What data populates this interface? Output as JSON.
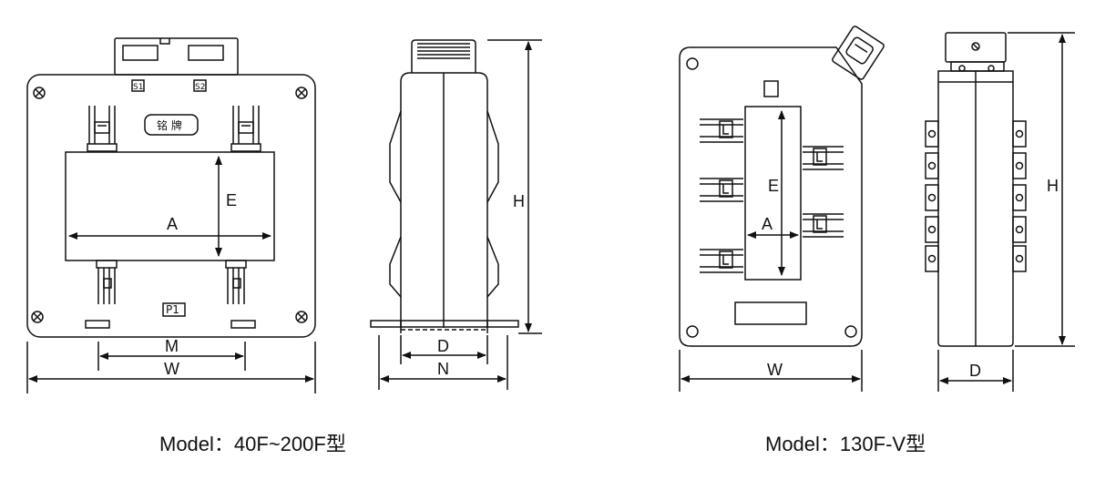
{
  "drawings": [
    {
      "caption": "Model：40F~200F型",
      "front_view": {
        "width_label": "W",
        "mount_label": "M",
        "window_width_label": "A",
        "window_height_label": "E",
        "terminal_labels": [
          "S1",
          "S2"
        ],
        "nameplate_label": "铭 牌",
        "primary_label": "P1"
      },
      "side_view": {
        "height_label": "H",
        "depth_label": "D",
        "base_label": "N"
      }
    },
    {
      "caption": "Model：130F-V型",
      "front_view": {
        "width_label": "W",
        "window_width_label": "A",
        "window_height_label": "E"
      },
      "side_view": {
        "height_label": "H",
        "depth_label": "D"
      }
    }
  ]
}
